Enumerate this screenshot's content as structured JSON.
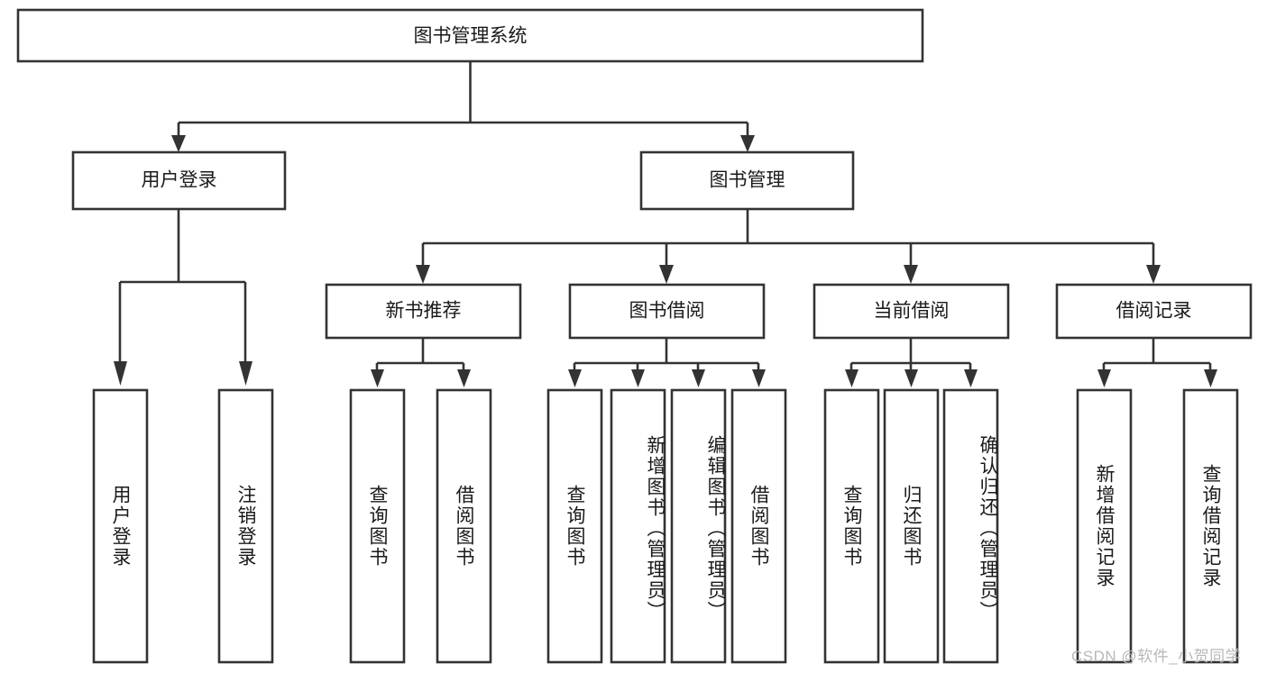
{
  "diagram": {
    "type": "tree-hierarchy-chart",
    "title_node": {
      "id": "root",
      "label": "图书管理系统"
    },
    "level2": [
      {
        "id": "user-login",
        "label": "用户登录"
      },
      {
        "id": "book-manage",
        "label": "图书管理"
      }
    ],
    "level3": [
      {
        "id": "new-book-rec",
        "label": "新书推荐",
        "parent": "book-manage"
      },
      {
        "id": "book-borrow",
        "label": "图书借阅",
        "parent": "book-manage"
      },
      {
        "id": "current-borrow",
        "label": "当前借阅",
        "parent": "book-manage"
      },
      {
        "id": "borrow-record",
        "label": "借阅记录",
        "parent": "book-manage"
      }
    ],
    "leaves": [
      {
        "id": "leaf-user-login",
        "label": "用户登录",
        "parent": "user-login"
      },
      {
        "id": "leaf-logout",
        "label": "注销登录",
        "parent": "user-login"
      },
      {
        "id": "leaf-query-book-1",
        "label": "查询图书",
        "parent": "new-book-rec"
      },
      {
        "id": "leaf-borrow-book-1",
        "label": "借阅图书",
        "parent": "new-book-rec"
      },
      {
        "id": "leaf-query-book-2",
        "label": "查询图书",
        "parent": "book-borrow"
      },
      {
        "id": "leaf-add-book",
        "label": "新增图书（管理员）",
        "parent": "book-borrow"
      },
      {
        "id": "leaf-edit-book",
        "label": "编辑图书（管理员）",
        "parent": "book-borrow"
      },
      {
        "id": "leaf-borrow-book-2",
        "label": "借阅图书",
        "parent": "book-borrow"
      },
      {
        "id": "leaf-query-book-3",
        "label": "查询图书",
        "parent": "current-borrow"
      },
      {
        "id": "leaf-return-book",
        "label": "归还图书",
        "parent": "current-borrow"
      },
      {
        "id": "leaf-confirm-return",
        "label": "确认归还（管理员）",
        "parent": "current-borrow"
      },
      {
        "id": "leaf-add-record",
        "label": "新增借阅记录",
        "parent": "borrow-record"
      },
      {
        "id": "leaf-query-record",
        "label": "查询借阅记录",
        "parent": "borrow-record"
      }
    ],
    "colors": {
      "box_stroke": "#333333",
      "box_fill": "#ffffff",
      "text": "#1a1a1a",
      "background": "#ffffff",
      "watermark": "#b8b8b8"
    }
  },
  "watermark": {
    "text": "CSDN @软件_小贺同学"
  }
}
